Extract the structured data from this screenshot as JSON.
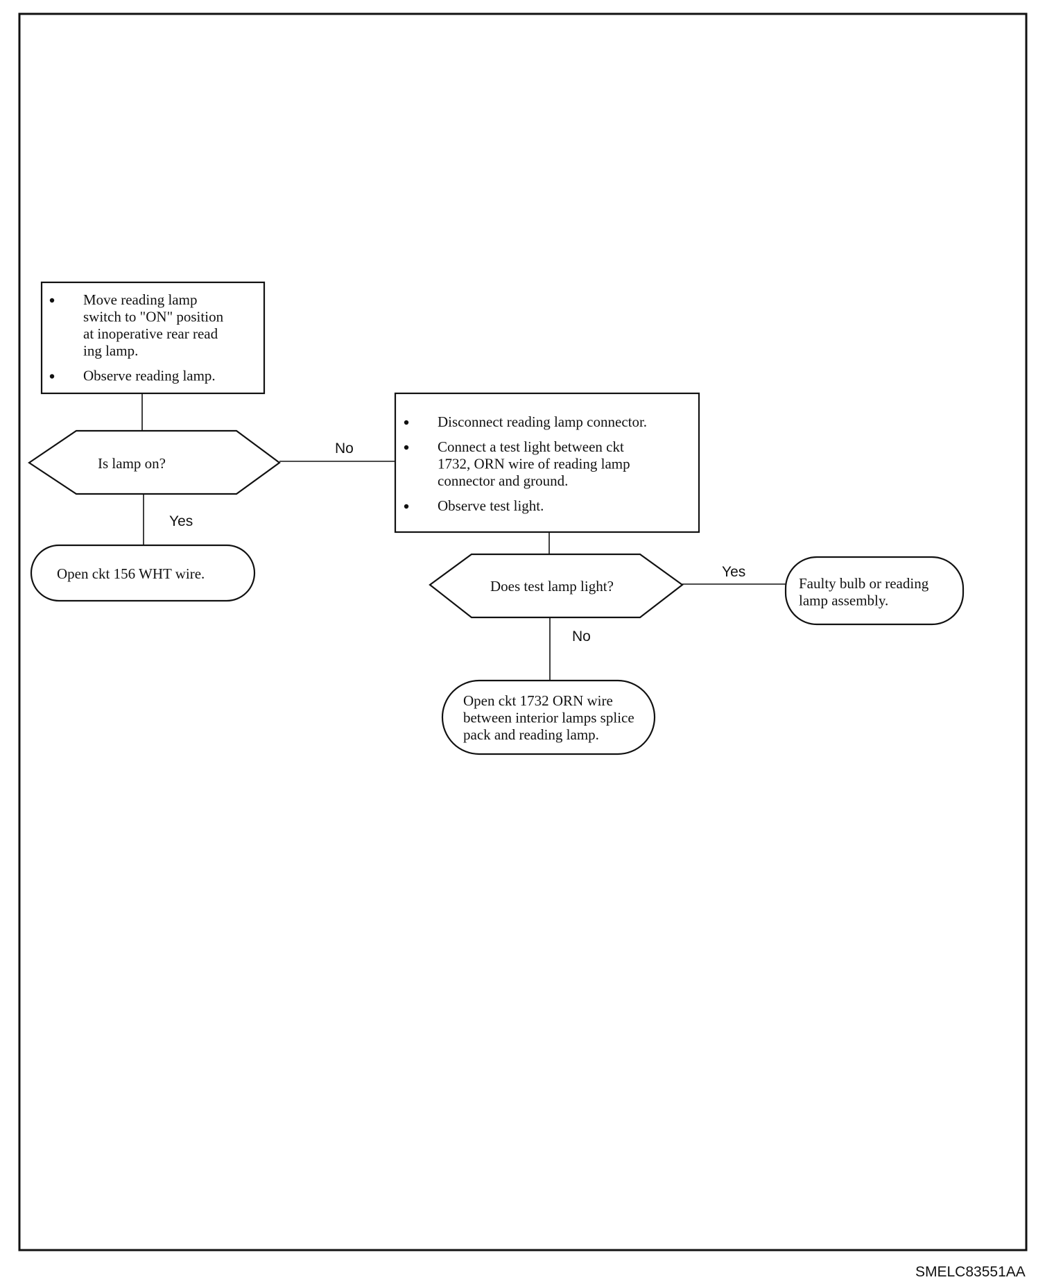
{
  "diagram": {
    "figure_id": "SMELC83551AA",
    "step1": {
      "bullets": [
        [
          "Move reading lamp",
          "switch to \"ON\" position",
          "at inoperative rear read",
          "ing lamp."
        ],
        [
          "Observe reading lamp."
        ]
      ]
    },
    "decision1": {
      "text": "Is lamp on?"
    },
    "decision1_yes_label": "Yes",
    "decision1_no_label": "No",
    "result_open_156": {
      "lines": [
        "Open ckt 156 WHT wire."
      ]
    },
    "step2": {
      "bullets": [
        [
          "Disconnect reading lamp connector."
        ],
        [
          "Connect a test light between ckt",
          "1732, ORN wire of reading lamp",
          "connector and ground."
        ],
        [
          "Observe test light."
        ]
      ]
    },
    "decision2": {
      "text": "Does test lamp light?"
    },
    "decision2_yes_label": "Yes",
    "decision2_no_label": "No",
    "result_faulty_bulb": {
      "lines": [
        "Faulty bulb or reading",
        "lamp assembly."
      ]
    },
    "result_open_1732": {
      "lines": [
        "Open ckt 1732 ORN wire",
        "between interior lamps splice",
        "pack and reading lamp."
      ]
    }
  }
}
